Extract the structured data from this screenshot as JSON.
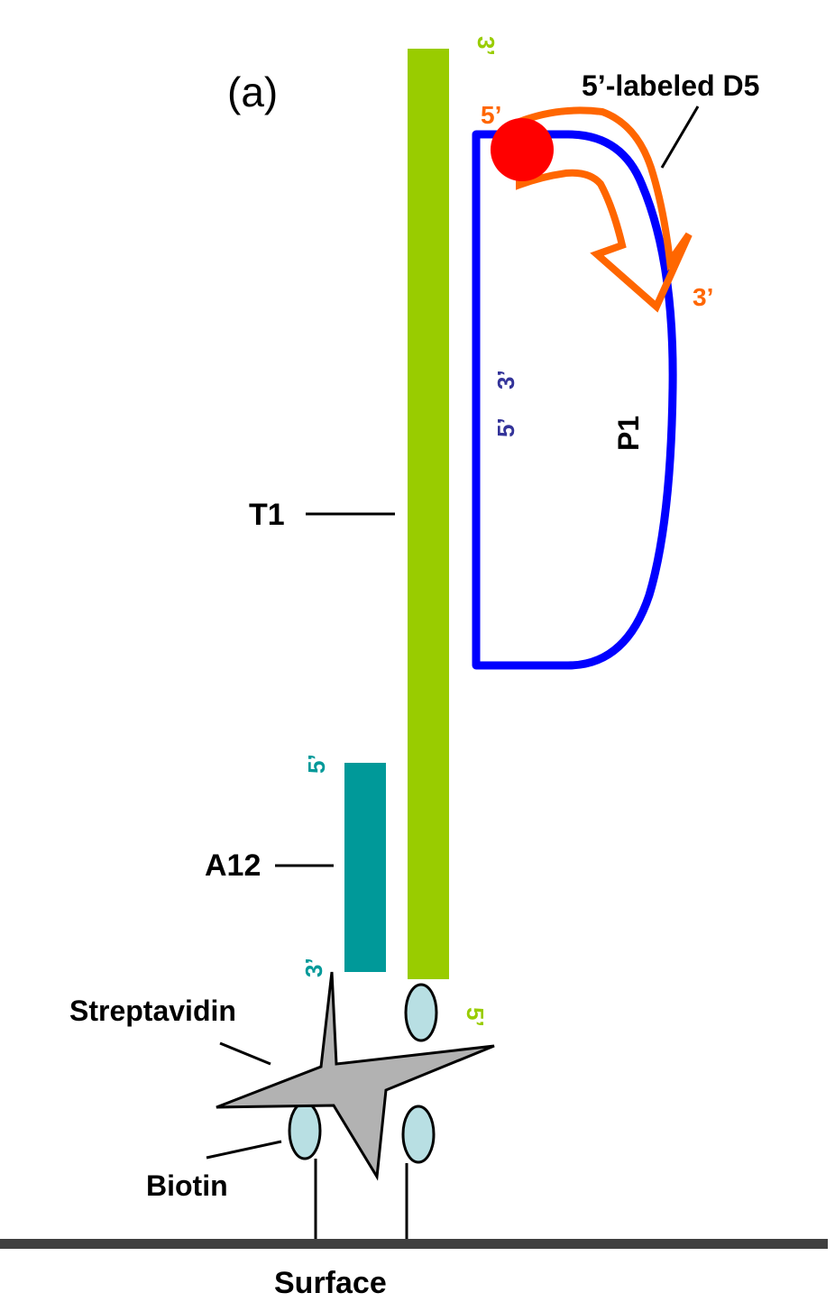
{
  "panel_label": "(a)",
  "labels": {
    "t1": "T1",
    "p1": "P1",
    "a12": "A12",
    "d5": "5’-labeled D5",
    "streptavidin": "Streptavidin",
    "biotin": "Biotin",
    "surface": "Surface"
  },
  "ends": {
    "t1_top": "3’",
    "t1_bottom": "5’",
    "a12_top": "5’",
    "a12_bottom": "3’",
    "p1_5": "5’",
    "p1_3": "3’",
    "d5_5": "5’",
    "d5_3": "3’"
  },
  "colors": {
    "t1": "#99cc00",
    "a12": "#009999",
    "p1": "#0000ff",
    "p1_ends_text": "#333399",
    "d5": "#ff6600",
    "label_dot": "#ff0000",
    "biotin": "#b8dfe3",
    "streptavidin": "#b2b2b2",
    "surface": "#404040"
  }
}
